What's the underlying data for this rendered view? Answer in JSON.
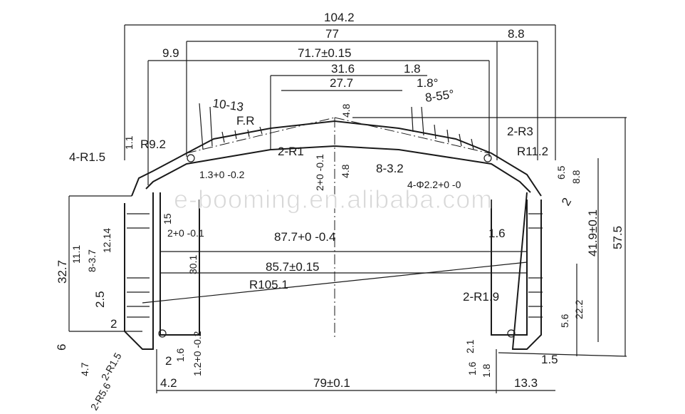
{
  "watermark": "e-booming.en.alibaba.com",
  "dims": {
    "overall_width": "104.2",
    "inner_width": "77",
    "right_offset": "8.8",
    "left_offset": "9.9",
    "top_span": "71.7±0.15",
    "fin_span": "31.6",
    "fin_thick": "1.8",
    "fin_angle": "1.8°",
    "fin_inner": "27.7",
    "fin_count_top": "10-13",
    "fr": "F.R",
    "fin_angle_set": "8-55°",
    "center_height": "4.8",
    "r3": "2-R3",
    "r92": "R9.2",
    "h11": "1.1",
    "r15_4": "4-R1.5",
    "r1": "2-R1",
    "r112": "R11.2",
    "slots": "8-3.2",
    "h65": "6.5",
    "h88": "8.8",
    "gap13": "1.3+0 -0.2",
    "gap2": "2+0 -0.1",
    "h48": "4.8",
    "holes": "4-Φ2.2+0 -0",
    "d2": "2",
    "h15": "15",
    "gap2b": "2+0 -0.1",
    "w877": "87.7+0 -0.4",
    "w16": "1.6",
    "h419": "41.9±0.1",
    "h575": "57.5",
    "h327": "32.7",
    "h111": "11.1",
    "fins837": "8-3.7",
    "h1214": "12.14",
    "h301": "30.1",
    "w857": "85.7±0.15",
    "r1051": "R105.1",
    "h25": "2.5",
    "r19": "2-R1.9",
    "h222": "22.2",
    "h56": "5.6",
    "d2b": "2",
    "h6": "6",
    "h47": "4.7",
    "r15_2": "2-R1.5",
    "r56": "2-R5.6",
    "d2c": "2",
    "h16": "1.6",
    "h12": "1.2+0 -0.2",
    "h21": "2.1",
    "h16b": "1.6",
    "h18": "1.8",
    "w15": "1.5",
    "w42": "4.2",
    "w79": "79±0.1",
    "w133": "13.3"
  }
}
